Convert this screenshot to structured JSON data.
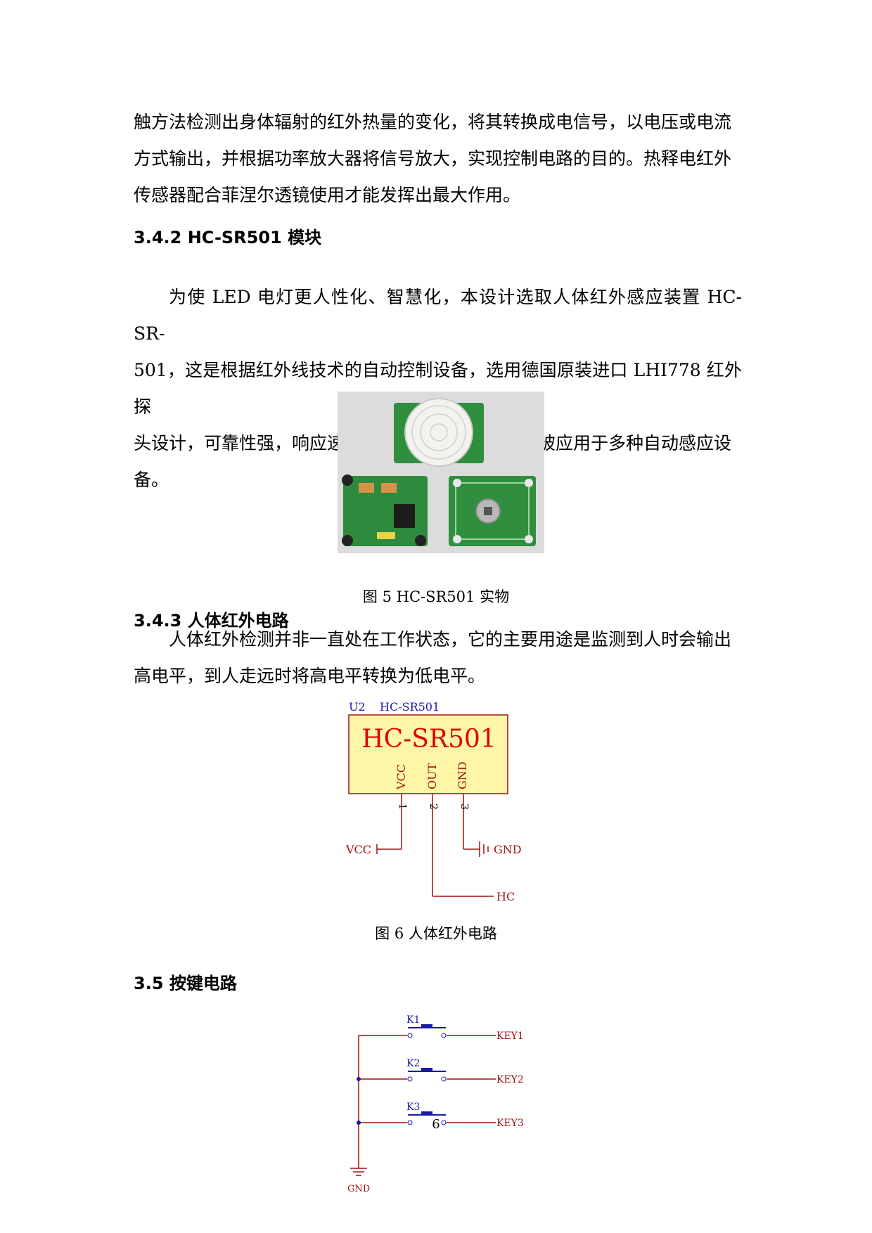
{
  "paragraphs": {
    "p1_l1": "触方法检测出身体辐射的红外热量的变化，将其转换成电信号，以电压或电流",
    "p1_l2": "方式输出，并根据功率放大器将信号放大，实现控制电路的目的。热释电红外",
    "p1_l3": "传感器配合菲涅尔透镜使用才能发挥出最大作用。",
    "p2_l1": "为使 LED 电灯更人性化、智慧化，本设计选取人体红外感应装置 HC-SR-",
    "p2_l2": "501，这是根据红外线技术的自动控制设备，选用德国原装进口 LHI778 红外探",
    "p2_l3": "头设计，可靠性强，响应速度快，超低压工作模式，被应用于多种自动感应设",
    "p2_l4": "备。",
    "p3_l1": "人体红外检测并非一直处在工作状态，它的主要用途是监测到人时会输出",
    "p3_l2": "高电平，到人走远时将高电平转换为低电平。"
  },
  "headings": {
    "h_342": "3.4.2  HC-SR501 模块",
    "h_343": "3.4.3 人体红外电路",
    "h_35": "3.5  按键电路"
  },
  "figures": {
    "fig5_caption": "图 5    HC-SR501 实物",
    "fig6_caption": "图 6  人体红外电路"
  },
  "schematic_hc": {
    "ref": "U2",
    "part": "HC-SR501",
    "chip_label": "HC-SR501",
    "pin_labels": [
      "VCC",
      "OUT",
      "GND"
    ],
    "pin_numbers": [
      "1",
      "2",
      "3"
    ],
    "net_vcc": "VCC",
    "net_gnd": "GND",
    "net_hc": "HC"
  },
  "schematic_keys": {
    "switches": [
      {
        "ref": "K1",
        "net": "KEY1"
      },
      {
        "ref": "K2",
        "net": "KEY2"
      },
      {
        "ref": "K3",
        "net": "KEY3"
      }
    ],
    "gnd": "GND"
  },
  "page_number": "6",
  "colors": {
    "text": "#000000",
    "schematic_blue": "#1a1aa6",
    "schematic_red": "#a01010",
    "chip_fill": "#fff7a8",
    "chip_red": "#e00000",
    "pcb_green": "#2f8f3f"
  }
}
